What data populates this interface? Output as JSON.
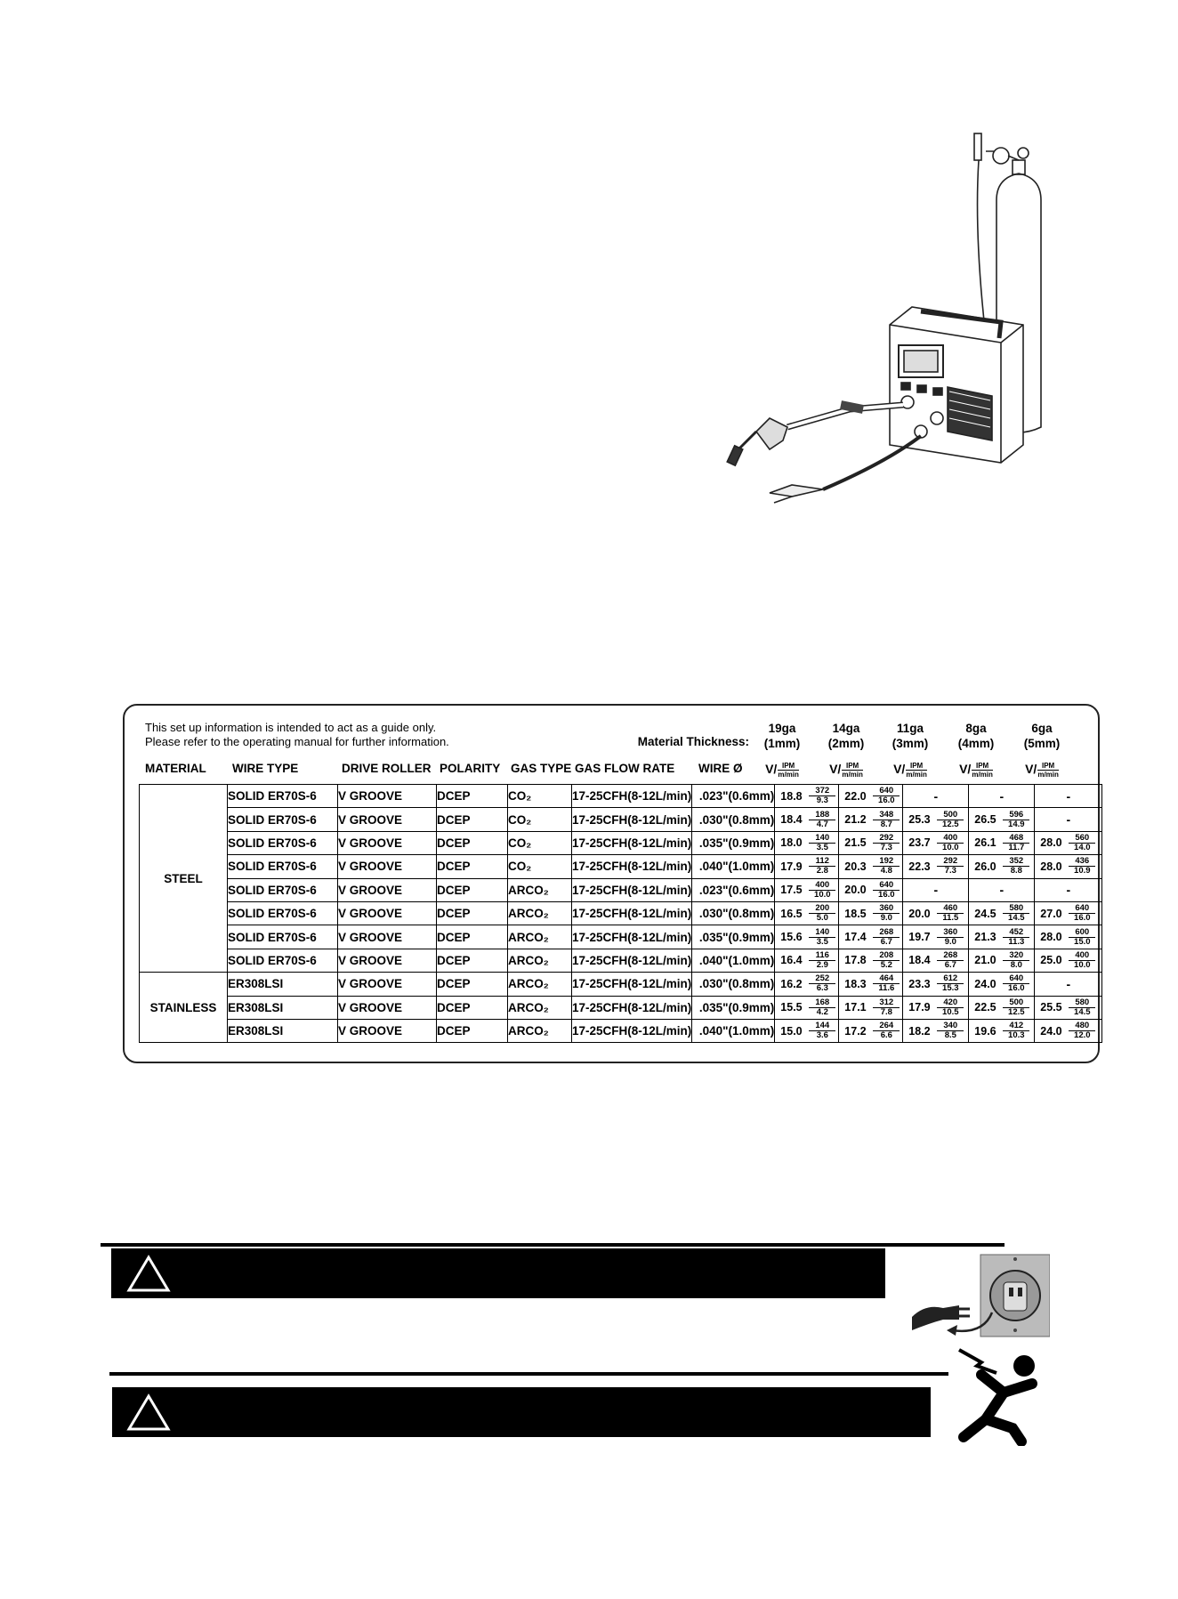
{
  "note_lines": [
    "This set up information is intended to act as a guide only.",
    "Please refer to the operating manual for further information."
  ],
  "material_thickness_label": "Material Thickness:",
  "headers": {
    "material": "MATERIAL",
    "wire_type": "WIRE TYPE",
    "drive_roller": "DRIVE ROLLER",
    "polarity": "POLARITY",
    "gas_type": "GAS TYPE",
    "gas_flow_rate": "GAS FLOW RATE",
    "wire_dia": "WIRE Ø"
  },
  "thickness_columns": [
    {
      "ga": "19ga",
      "mm": "(1mm)"
    },
    {
      "ga": "14ga",
      "mm": "(2mm)"
    },
    {
      "ga": "11ga",
      "mm": "(3mm)"
    },
    {
      "ga": "8ga",
      "mm": "(4mm)"
    },
    {
      "ga": "6ga",
      "mm": "(5mm)"
    }
  ],
  "unit_v": "V/",
  "unit_ipm": "IPM",
  "unit_mmin": "m/min",
  "materials": [
    {
      "name": "STEEL",
      "rows": 8
    },
    {
      "name": "STAINLESS",
      "rows": 3
    }
  ],
  "rows": [
    {
      "wire": "SOLID ER70S-6",
      "roller": "V GROOVE",
      "polarity": "DCEP",
      "gas": "CO₂",
      "flow": "17-25CFH(8-12L/min)",
      "dia": ".023\"(0.6mm)",
      "cells": [
        {
          "v": "18.8",
          "ipm": "372",
          "mmin": "9.3"
        },
        {
          "v": "22.0",
          "ipm": "640",
          "mmin": "16.0"
        },
        "-",
        "-",
        "-"
      ]
    },
    {
      "wire": "SOLID ER70S-6",
      "roller": "V GROOVE",
      "polarity": "DCEP",
      "gas": "CO₂",
      "flow": "17-25CFH(8-12L/min)",
      "dia": ".030\"(0.8mm)",
      "cells": [
        {
          "v": "18.4",
          "ipm": "188",
          "mmin": "4.7"
        },
        {
          "v": "21.2",
          "ipm": "348",
          "mmin": "8.7"
        },
        {
          "v": "25.3",
          "ipm": "500",
          "mmin": "12.5"
        },
        {
          "v": "26.5",
          "ipm": "596",
          "mmin": "14.9"
        },
        "-"
      ]
    },
    {
      "wire": "SOLID ER70S-6",
      "roller": "V GROOVE",
      "polarity": "DCEP",
      "gas": "CO₂",
      "flow": "17-25CFH(8-12L/min)",
      "dia": ".035\"(0.9mm)",
      "cells": [
        {
          "v": "18.0",
          "ipm": "140",
          "mmin": "3.5"
        },
        {
          "v": "21.5",
          "ipm": "292",
          "mmin": "7.3"
        },
        {
          "v": "23.7",
          "ipm": "400",
          "mmin": "10.0"
        },
        {
          "v": "26.1",
          "ipm": "468",
          "mmin": "11.7"
        },
        {
          "v": "28.0",
          "ipm": "560",
          "mmin": "14.0"
        }
      ]
    },
    {
      "wire": "SOLID ER70S-6",
      "roller": "V GROOVE",
      "polarity": "DCEP",
      "gas": "CO₂",
      "flow": "17-25CFH(8-12L/min)",
      "dia": ".040\"(1.0mm)",
      "cells": [
        {
          "v": "17.9",
          "ipm": "112",
          "mmin": "2.8"
        },
        {
          "v": "20.3",
          "ipm": "192",
          "mmin": "4.8"
        },
        {
          "v": "22.3",
          "ipm": "292",
          "mmin": "7.3"
        },
        {
          "v": "26.0",
          "ipm": "352",
          "mmin": "8.8"
        },
        {
          "v": "28.0",
          "ipm": "436",
          "mmin": "10.9"
        }
      ]
    },
    {
      "wire": "SOLID ER70S-6",
      "roller": "V GROOVE",
      "polarity": "DCEP",
      "gas": "ARCO₂",
      "flow": "17-25CFH(8-12L/min)",
      "dia": ".023\"(0.6mm)",
      "cells": [
        {
          "v": "17.5",
          "ipm": "400",
          "mmin": "10.0"
        },
        {
          "v": "20.0",
          "ipm": "640",
          "mmin": "16.0"
        },
        "-",
        "-",
        "-"
      ]
    },
    {
      "wire": "SOLID ER70S-6",
      "roller": "V GROOVE",
      "polarity": "DCEP",
      "gas": "ARCO₂",
      "flow": "17-25CFH(8-12L/min)",
      "dia": ".030\"(0.8mm)",
      "cells": [
        {
          "v": "16.5",
          "ipm": "200",
          "mmin": "5.0"
        },
        {
          "v": "18.5",
          "ipm": "360",
          "mmin": "9.0"
        },
        {
          "v": "20.0",
          "ipm": "460",
          "mmin": "11.5"
        },
        {
          "v": "24.5",
          "ipm": "580",
          "mmin": "14.5"
        },
        {
          "v": "27.0",
          "ipm": "640",
          "mmin": "16.0"
        }
      ]
    },
    {
      "wire": "SOLID ER70S-6",
      "roller": "V GROOVE",
      "polarity": "DCEP",
      "gas": "ARCO₂",
      "flow": "17-25CFH(8-12L/min)",
      "dia": ".035\"(0.9mm)",
      "cells": [
        {
          "v": "15.6",
          "ipm": "140",
          "mmin": "3.5"
        },
        {
          "v": "17.4",
          "ipm": "268",
          "mmin": "6.7"
        },
        {
          "v": "19.7",
          "ipm": "360",
          "mmin": "9.0"
        },
        {
          "v": "21.3",
          "ipm": "452",
          "mmin": "11.3"
        },
        {
          "v": "28.0",
          "ipm": "600",
          "mmin": "15.0"
        }
      ]
    },
    {
      "wire": "SOLID ER70S-6",
      "roller": "V GROOVE",
      "polarity": "DCEP",
      "gas": "ARCO₂",
      "flow": "17-25CFH(8-12L/min)",
      "dia": ".040\"(1.0mm)",
      "cells": [
        {
          "v": "16.4",
          "ipm": "116",
          "mmin": "2.9"
        },
        {
          "v": "17.8",
          "ipm": "208",
          "mmin": "5.2"
        },
        {
          "v": "18.4",
          "ipm": "268",
          "mmin": "6.7"
        },
        {
          "v": "21.0",
          "ipm": "320",
          "mmin": "8.0"
        },
        {
          "v": "25.0",
          "ipm": "400",
          "mmin": "10.0"
        }
      ]
    },
    {
      "wire": "ER308LSI",
      "roller": "V GROOVE",
      "polarity": "DCEP",
      "gas": "ARCO₂",
      "flow": "17-25CFH(8-12L/min)",
      "dia": ".030\"(0.8mm)",
      "cells": [
        {
          "v": "16.2",
          "ipm": "252",
          "mmin": "6.3"
        },
        {
          "v": "18.3",
          "ipm": "464",
          "mmin": "11.6"
        },
        {
          "v": "23.3",
          "ipm": "612",
          "mmin": "15.3"
        },
        {
          "v": "24.0",
          "ipm": "640",
          "mmin": "16.0"
        },
        "-"
      ]
    },
    {
      "wire": "ER308LSI",
      "roller": "V GROOVE",
      "polarity": "DCEP",
      "gas": "ARCO₂",
      "flow": "17-25CFH(8-12L/min)",
      "dia": ".035\"(0.9mm)",
      "cells": [
        {
          "v": "15.5",
          "ipm": "168",
          "mmin": "4.2"
        },
        {
          "v": "17.1",
          "ipm": "312",
          "mmin": "7.8"
        },
        {
          "v": "17.9",
          "ipm": "420",
          "mmin": "10.5"
        },
        {
          "v": "22.5",
          "ipm": "500",
          "mmin": "12.5"
        },
        {
          "v": "25.5",
          "ipm": "580",
          "mmin": "14.5"
        }
      ]
    },
    {
      "wire": "ER308LSI",
      "roller": "V GROOVE",
      "polarity": "DCEP",
      "gas": "ARCO₂",
      "flow": "17-25CFH(8-12L/min)",
      "dia": ".040\"(1.0mm)",
      "cells": [
        {
          "v": "15.0",
          "ipm": "144",
          "mmin": "3.6"
        },
        {
          "v": "17.2",
          "ipm": "264",
          "mmin": "6.6"
        },
        {
          "v": "18.2",
          "ipm": "340",
          "mmin": "8.5"
        },
        {
          "v": "19.6",
          "ipm": "412",
          "mmin": "10.3"
        },
        {
          "v": "24.0",
          "ipm": "480",
          "mmin": "12.0"
        }
      ]
    }
  ]
}
